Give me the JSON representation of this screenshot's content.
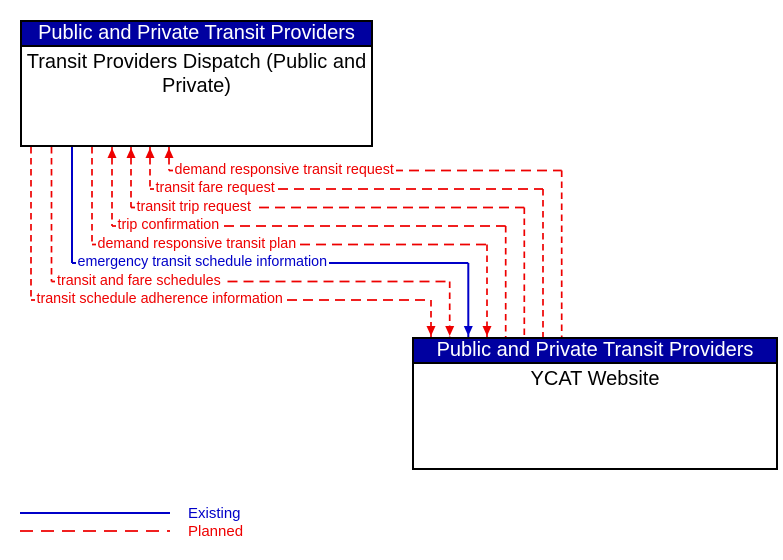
{
  "diagram": {
    "top_entity": {
      "header": "Public and Private Transit Providers",
      "name": "Transit Providers Dispatch (Public and Private)"
    },
    "bottom_entity": {
      "header": "Public and Private Transit Providers",
      "name": "YCAT Website"
    },
    "flows": [
      {
        "label": "demand responsive transit request",
        "status": "planned",
        "direction": "to-dispatch"
      },
      {
        "label": "transit fare request",
        "status": "planned",
        "direction": "to-dispatch"
      },
      {
        "label": "transit trip request",
        "status": "planned",
        "direction": "to-dispatch"
      },
      {
        "label": "trip confirmation",
        "status": "planned",
        "direction": "to-dispatch"
      },
      {
        "label": "demand responsive transit plan",
        "status": "planned",
        "direction": "to-website"
      },
      {
        "label": "emergency transit schedule information",
        "status": "existing",
        "direction": "to-website"
      },
      {
        "label": "transit and fare schedules",
        "status": "planned",
        "direction": "to-website"
      },
      {
        "label": "transit schedule adherence information",
        "status": "planned",
        "direction": "to-website"
      }
    ],
    "legend": [
      {
        "label": "Existing",
        "status": "existing"
      },
      {
        "label": "Planned",
        "status": "planned"
      }
    ],
    "colors": {
      "existing": "#0000c8",
      "planned": "#ee0000",
      "header_bg": "#0000a0",
      "header_text": "#ffffff",
      "box_border": "#000000"
    }
  }
}
